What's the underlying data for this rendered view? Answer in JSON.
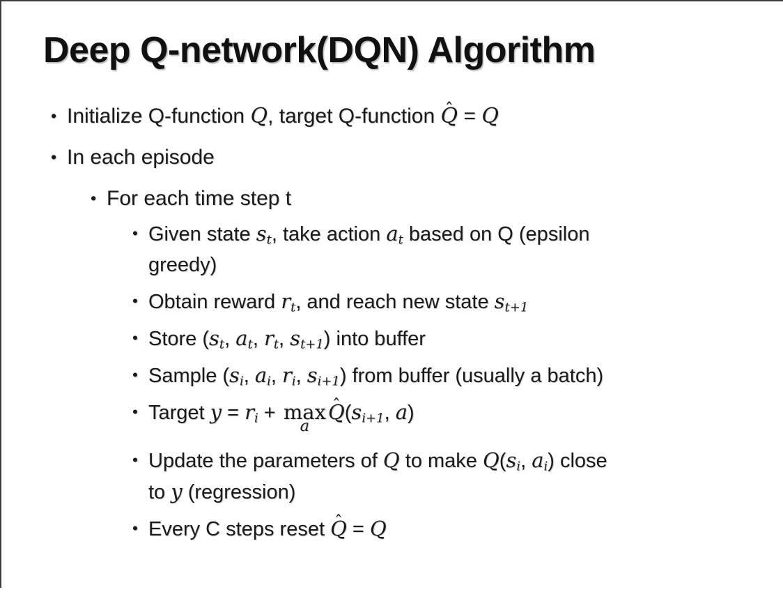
{
  "colors": {
    "background": "#ffffff",
    "text": "#1a1a1a",
    "border": "#3d3d3d"
  },
  "slide": {
    "title": "Deep Q-network(DQN) Algorithm",
    "bullet_char": "•",
    "hat_char": "ˆ",
    "bullets": [
      {
        "level": 1,
        "segments": [
          {
            "t": "Initialize Q-function "
          },
          {
            "m": "Q"
          },
          {
            "t": ", target Q-function "
          },
          {
            "m": "Q",
            "hat": "ˆ"
          },
          {
            "t": " = "
          },
          {
            "m": "Q"
          }
        ]
      },
      {
        "level": 1,
        "segments": [
          {
            "t": "In each episode"
          }
        ]
      },
      {
        "level": 2,
        "segments": [
          {
            "t": "For each time step t"
          }
        ]
      },
      {
        "level": 3,
        "segments": [
          {
            "t": "Given state "
          },
          {
            "m": "s",
            "sub": "t"
          },
          {
            "t": ", take action "
          },
          {
            "m": "a",
            "sub": "t"
          },
          {
            "t": " based on Q (epsilon "
          },
          {
            "br": 1
          },
          {
            "t": "greedy)"
          }
        ]
      },
      {
        "level": 3,
        "segments": [
          {
            "t": "Obtain reward "
          },
          {
            "m": "r",
            "sub": "t"
          },
          {
            "t": ", and reach new state "
          },
          {
            "m": "s",
            "sub": "t+1"
          }
        ]
      },
      {
        "level": 3,
        "segments": [
          {
            "t": "Store ("
          },
          {
            "m": "s",
            "sub": "t"
          },
          {
            "t": ", "
          },
          {
            "m": "a",
            "sub": "t"
          },
          {
            "t": ", "
          },
          {
            "m": "r",
            "sub": "t"
          },
          {
            "t": ", "
          },
          {
            "m": "s",
            "sub": "t+1"
          },
          {
            "t": ") into buffer"
          }
        ]
      },
      {
        "level": 3,
        "segments": [
          {
            "t": "Sample ("
          },
          {
            "m": "s",
            "sub": "i"
          },
          {
            "t": ", "
          },
          {
            "m": "a",
            "sub": "i"
          },
          {
            "t": ", "
          },
          {
            "m": "r",
            "sub": "i"
          },
          {
            "t": ", "
          },
          {
            "m": "s",
            "sub": "i+1"
          },
          {
            "t": ") from buffer (usually a batch)"
          }
        ]
      },
      {
        "level": 3,
        "segments": [
          {
            "t": "Target "
          },
          {
            "m": "y"
          },
          {
            "t": " = "
          },
          {
            "m": "r",
            "sub": "i"
          },
          {
            "t": " + "
          },
          {
            "uo": {
              "base": "max",
              "under": "a"
            }
          },
          {
            "m": "Q",
            "hat": "ˆ"
          },
          {
            "t": "("
          },
          {
            "m": "s",
            "sub": "i+1"
          },
          {
            "t": ", "
          },
          {
            "m": "a"
          },
          {
            "t": ")"
          }
        ]
      },
      {
        "level": 3,
        "segments": [
          {
            "t": "Update the parameters of "
          },
          {
            "m": "Q"
          },
          {
            "t": " to make "
          },
          {
            "m": "Q"
          },
          {
            "t": "("
          },
          {
            "m": "s",
            "sub": "i"
          },
          {
            "t": ", "
          },
          {
            "m": "a",
            "sub": "i"
          },
          {
            "t": ") close "
          },
          {
            "br": 1
          },
          {
            "t": "to "
          },
          {
            "m": "y"
          },
          {
            "t": " (regression)"
          }
        ]
      },
      {
        "level": 3,
        "segments": [
          {
            "t": "Every C steps reset "
          },
          {
            "m": "Q",
            "hat": "ˆ"
          },
          {
            "t": " = "
          },
          {
            "m": "Q"
          }
        ]
      }
    ]
  }
}
